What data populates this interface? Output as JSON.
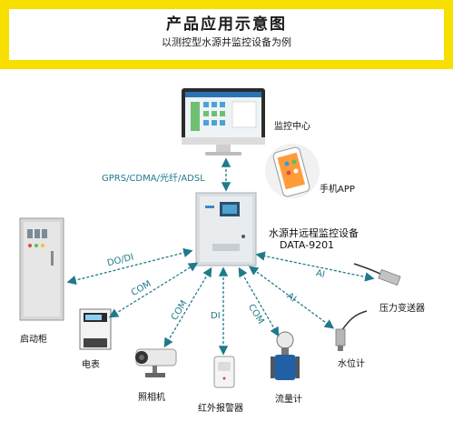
{
  "header": {
    "title": "产品应用示意图",
    "subtitle": "以测控型水源井监控设备为例"
  },
  "nodes": {
    "monitor_center": "监控中心",
    "mobile_app": "手机APP",
    "device_name": "水源井远程监控设备",
    "device_model": "DATA-9201",
    "cabinet": "启动柜",
    "meter": "电表",
    "camera": "照相机",
    "alarm": "红外报警器",
    "flowmeter": "流量计",
    "level_gauge": "水位计",
    "pressure_transmitter": "压力变送器"
  },
  "links": {
    "network": "GPRS/CDMA/光纤/ADSL",
    "cabinet": "DO/DI",
    "meter": "COM",
    "camera": "COM",
    "alarm": "DI",
    "flowmeter": "COM",
    "level_gauge": "AI",
    "pressure": "AI"
  },
  "colors": {
    "banner": "#f7df00",
    "arrow": "#1f7a8c"
  }
}
